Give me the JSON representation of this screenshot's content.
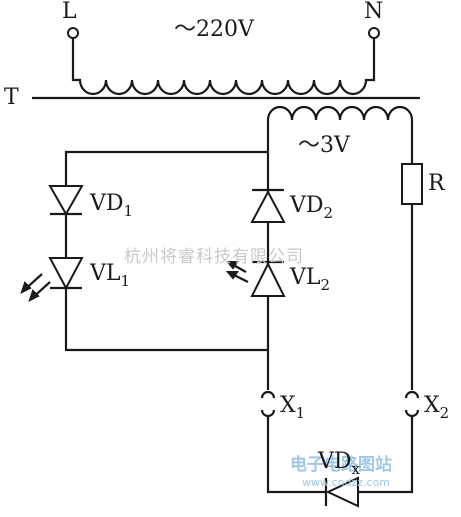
{
  "labels": {
    "terminal_l": "L",
    "terminal_n": "N",
    "primary_voltage": "～220V",
    "transformer": "T",
    "secondary_voltage": "～3V",
    "resistor": "R",
    "vd1_main": "VD",
    "vd1_sub": "1",
    "vd2_main": "VD",
    "vd2_sub": "2",
    "vl1_main": "VL",
    "vl1_sub": "1",
    "vl2_main": "VL",
    "vl2_sub": "2",
    "x1_main": "X",
    "x1_sub": "1",
    "x2_main": "X",
    "x2_sub": "2",
    "vdx_main": "VD",
    "vdx_sub": "x"
  },
  "watermarks": {
    "company": "杭州将睿科技有限公司",
    "site_name": "电子电路图站",
    "site_url": "www.cndzz.com"
  }
}
